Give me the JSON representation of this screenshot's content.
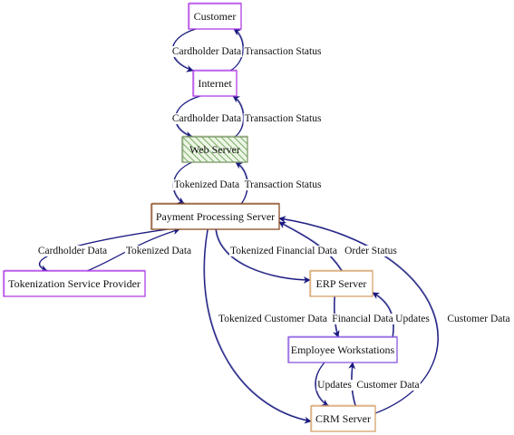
{
  "nodes": {
    "customer": {
      "label": "Customer",
      "style": "purple"
    },
    "internet": {
      "label": "Internet",
      "style": "purple"
    },
    "web_server": {
      "label": "Web Server",
      "style": "green"
    },
    "payment_server": {
      "label": "Payment Processing Server",
      "style": "brown"
    },
    "tokenization": {
      "label": "Tokenization Service Provider",
      "style": "purple"
    },
    "erp_server": {
      "label": "ERP Server",
      "style": "tan"
    },
    "employee_ws": {
      "label": "Employee Workstations",
      "style": "violet"
    },
    "crm_server": {
      "label": "CRM Server",
      "style": "tan"
    }
  },
  "edges": [
    {
      "from": "customer",
      "to": "internet",
      "label": "Cardholder Data"
    },
    {
      "from": "internet",
      "to": "customer",
      "label": "Transaction Status"
    },
    {
      "from": "internet",
      "to": "web_server",
      "label": "Cardholder Data"
    },
    {
      "from": "web_server",
      "to": "internet",
      "label": "Transaction Status"
    },
    {
      "from": "web_server",
      "to": "payment_server",
      "label": "Tokenized Data"
    },
    {
      "from": "payment_server",
      "to": "web_server",
      "label": "Transaction Status"
    },
    {
      "from": "payment_server",
      "to": "tokenization",
      "label": "Cardholder Data"
    },
    {
      "from": "tokenization",
      "to": "payment_server",
      "label": "Tokenized Data"
    },
    {
      "from": "payment_server",
      "to": "erp_server",
      "label": "Tokenized Financial Data"
    },
    {
      "from": "erp_server",
      "to": "payment_server",
      "label": "Order Status"
    },
    {
      "from": "payment_server",
      "to": "crm_server",
      "label": "Tokenized Customer Data"
    },
    {
      "from": "crm_server",
      "to": "payment_server",
      "label": "Customer Data"
    },
    {
      "from": "erp_server",
      "to": "employee_ws",
      "label": "Financial Data"
    },
    {
      "from": "employee_ws",
      "to": "erp_server",
      "label": "Updates"
    },
    {
      "from": "employee_ws",
      "to": "crm_server",
      "label": "Updates"
    },
    {
      "from": "crm_server",
      "to": "employee_ws",
      "label": "Customer Data"
    }
  ],
  "colors": {
    "edge": "#1a1a80",
    "purple": "#b03ee6",
    "violet": "#8a58e0",
    "green": "#7d9a6a",
    "green_fill": "#cfe3c2",
    "brown": "#8a4d24",
    "tan": "#d6a26a"
  }
}
